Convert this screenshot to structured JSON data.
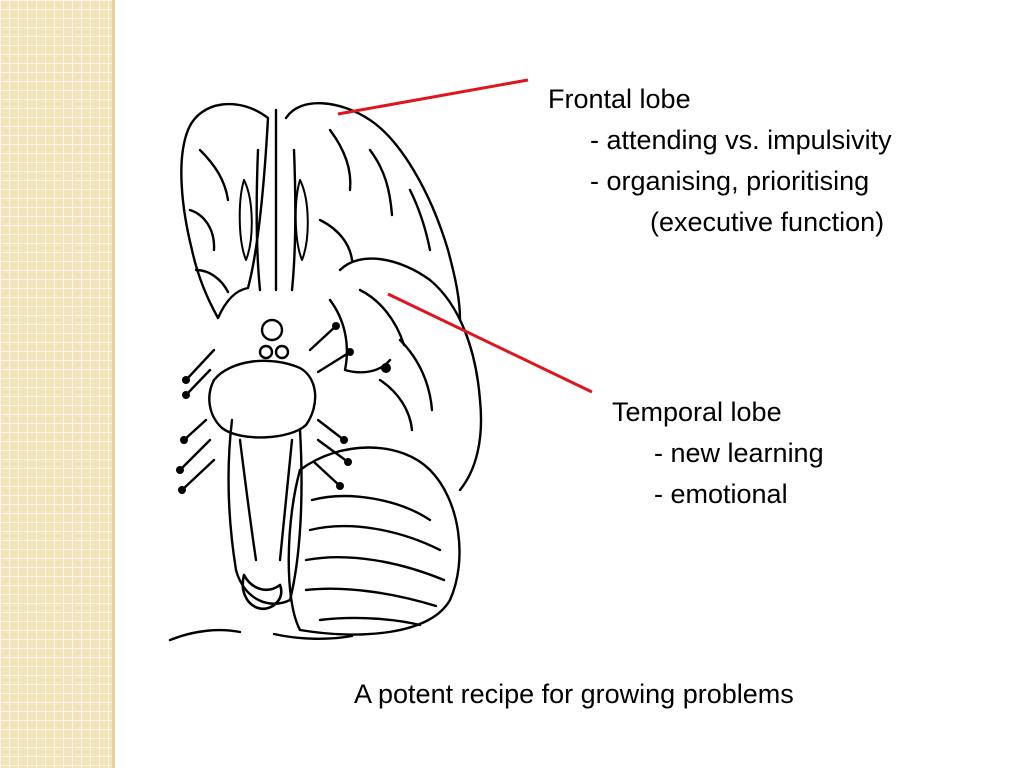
{
  "frontal": {
    "title": "Frontal lobe",
    "line1": "- attending vs. impulsivity",
    "line2": "- organising, prioritising",
    "line3": "(executive function)"
  },
  "temporal": {
    "title": "Temporal lobe",
    "line1": "- new learning",
    "line2": "- emotional"
  },
  "caption": "A potent recipe for growing problems",
  "colors": {
    "leader_line": "#e0141e",
    "strip": "#f3e3b8"
  }
}
